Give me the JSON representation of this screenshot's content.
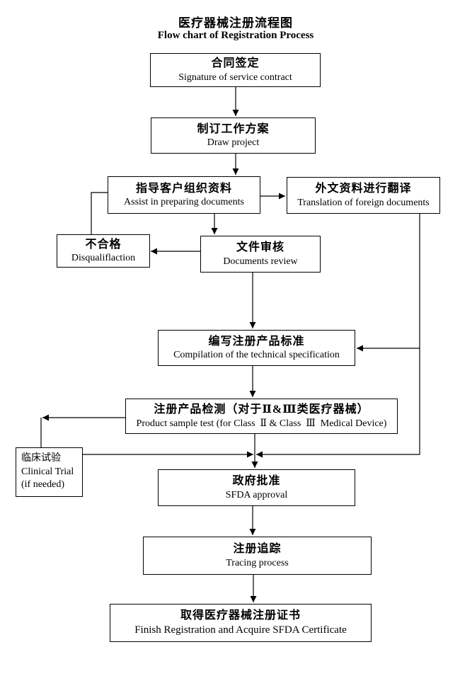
{
  "title": {
    "zh": "医疗器械注册流程图",
    "en": "Flow chart of Registration Process"
  },
  "nodes": {
    "contract": {
      "zh": "合同签定",
      "en": "Signature of service contract"
    },
    "project": {
      "zh": "制订工作方案",
      "en": "Draw project"
    },
    "assist": {
      "zh": "指导客户组织资料",
      "en": "Assist in preparing documents"
    },
    "translation": {
      "zh": "外文资料进行翻译",
      "en": "Translation of foreign documents"
    },
    "disqualify": {
      "zh": "不合格",
      "en": "Disqualiflaction"
    },
    "review": {
      "zh": "文件审核",
      "en": "Documents review"
    },
    "compilation": {
      "zh": "编写注册产品标准",
      "en": "Compilation of the technical specification"
    },
    "sample_test": {
      "zh": "注册产品检测（对于Ⅱ&Ⅲ类医疗器械）",
      "en": "Product sample test (for Class  Ⅱ & Class  Ⅲ  Medical Device)"
    },
    "clinical": {
      "zh": "临床试验",
      "en": "Clinical Trial",
      "note": "(if needed)"
    },
    "approval": {
      "zh": "政府批准",
      "en": "SFDA approval"
    },
    "tracing": {
      "zh": "注册追踪",
      "en": "Tracing process"
    },
    "certificate": {
      "zh": "取得医疗器械注册证书",
      "en": "Finish Registration and Acquire SFDA Certificate"
    }
  },
  "colors": {
    "line": "#000000",
    "background": "#ffffff",
    "text": "#000000"
  }
}
